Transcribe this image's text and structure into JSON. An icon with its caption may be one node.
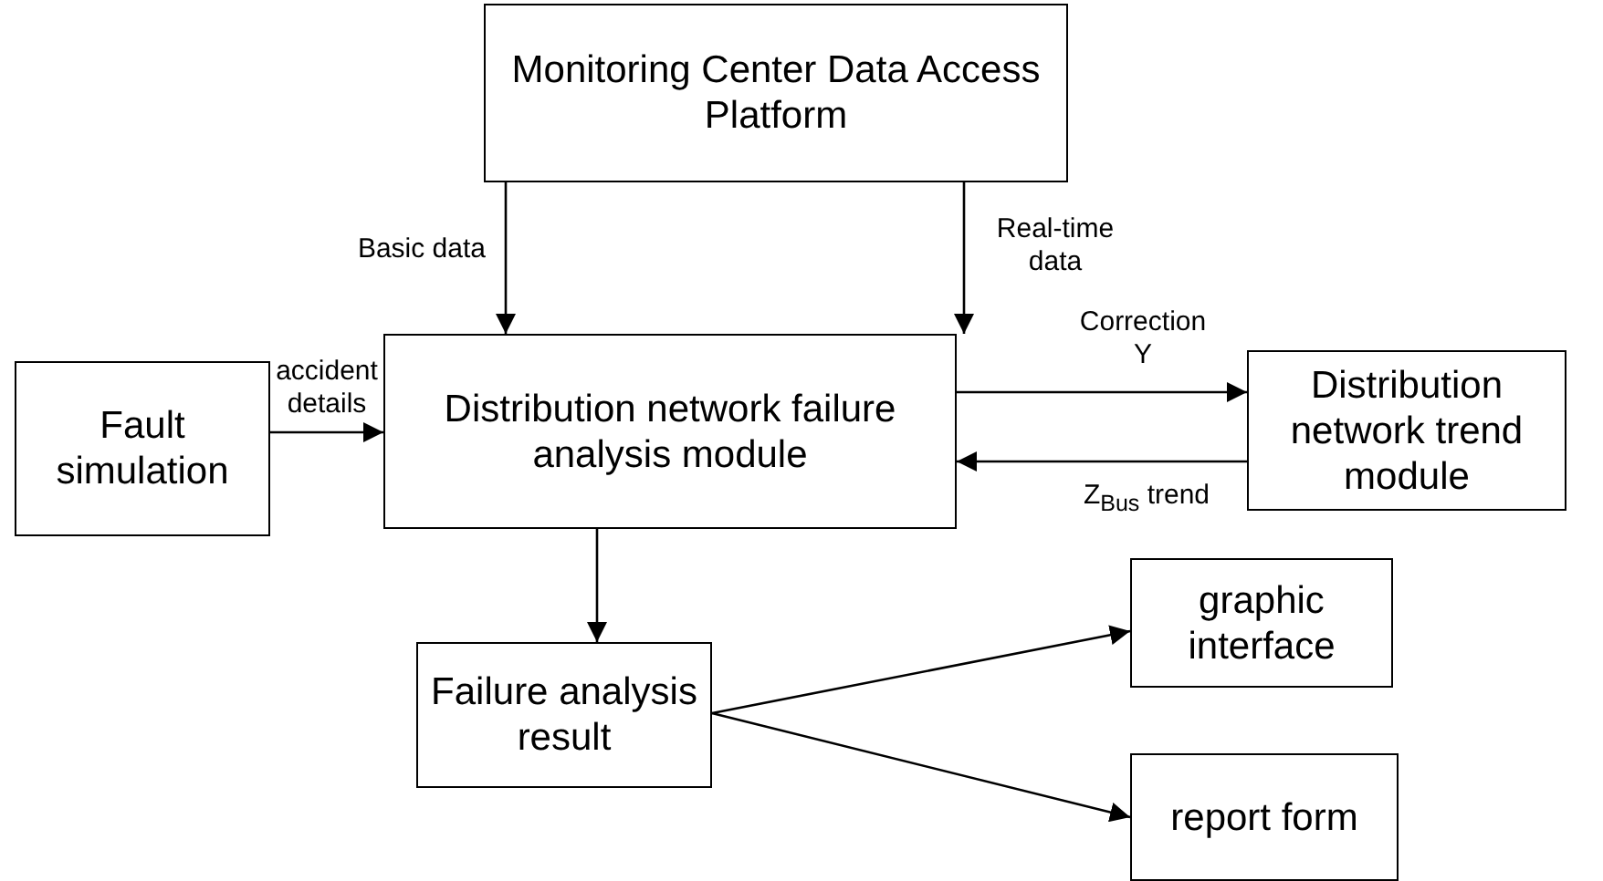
{
  "diagram": {
    "nodes": [
      {
        "text": [
          "Monitoring Center Data Access Platform"
        ]
      },
      {
        "text": [
          "Fault simulation"
        ]
      },
      {
        "text": [
          "Distribution network failure analysis module"
        ]
      },
      {
        "text": [
          "Distribution network trend module"
        ]
      },
      {
        "text": [
          "Failure analysis result"
        ]
      },
      {
        "text": [
          "graphic interface"
        ]
      },
      {
        "text": [
          "report form"
        ]
      }
    ],
    "edges": [
      {
        "from": 0,
        "to": 2,
        "arrow": "to",
        "label": "Basic data"
      },
      {
        "from": 0,
        "to": 2,
        "arrow": "to",
        "label": "Real-time data"
      },
      {
        "from": 1,
        "to": 2,
        "arrow": "to",
        "label": "accident details"
      },
      {
        "from": 2,
        "to": 3,
        "arrow": "to",
        "label": "Correction Y"
      },
      {
        "from": 3,
        "to": 2,
        "arrow": "to",
        "label": "Z$_{Bus}$ trend"
      },
      {
        "from": 2,
        "to": 4,
        "arrow": "to"
      },
      {
        "from": 4,
        "to": 5,
        "arrow": "to"
      },
      {
        "from": 4,
        "to": 6,
        "arrow": "to"
      }
    ]
  }
}
